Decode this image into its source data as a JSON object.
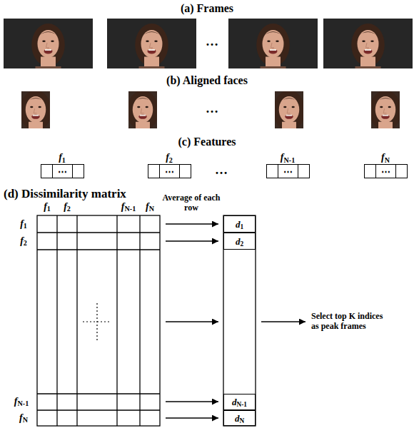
{
  "diagram": {
    "nodes": [
      {
        "text": [
          "f1",
          "⋯"
        ]
      },
      {
        "text": [
          "f2",
          "⋯"
        ]
      },
      {
        "text": [
          "fN-1",
          "⋯"
        ]
      },
      {
        "text": [
          "fN",
          "⋯"
        ]
      },
      {
        "text": [
          "d1"
        ]
      },
      {
        "text": [
          "d2"
        ]
      },
      {
        "text": [
          "dN-1"
        ]
      },
      {
        "text": [
          "dN"
        ]
      }
    ],
    "labels": [
      "(a) Frames",
      "…",
      "(b) Aligned faces",
      "…",
      "(c) Features",
      "…",
      "(d) Dissimilarity matrix",
      "f1",
      "f2",
      "fN-1",
      "fN",
      "Average of each row",
      "f1",
      "f2",
      "fN-1",
      "fN",
      "Select top K indices as peak frames"
    ]
  }
}
